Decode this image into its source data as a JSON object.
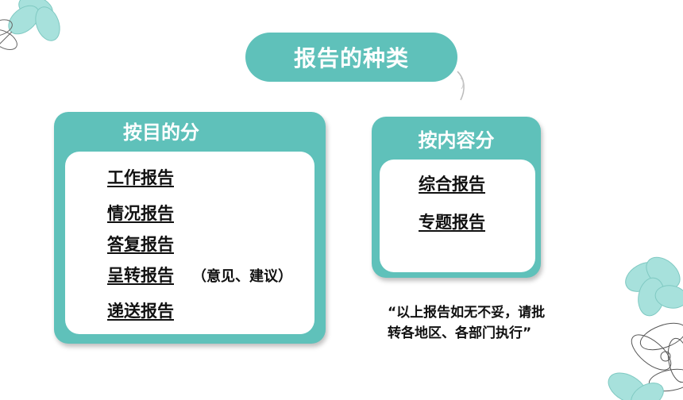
{
  "title": "报告的种类",
  "by_purpose": {
    "header": "按目的分",
    "items": [
      "工作报告",
      "情况报告",
      "答复报告",
      "呈转报告",
      "递送报告"
    ],
    "note": "（意见、建议）"
  },
  "by_content": {
    "header": "按内容分",
    "items": [
      "综合报告",
      "专题报告"
    ]
  },
  "quote_lines": [
    "“以上报告如无不妥，请批",
    "转各地区、各部门执行”"
  ],
  "colors": {
    "teal": "#5fc1ba",
    "text": "#111111",
    "flower_petal": "#8fd8d2"
  }
}
